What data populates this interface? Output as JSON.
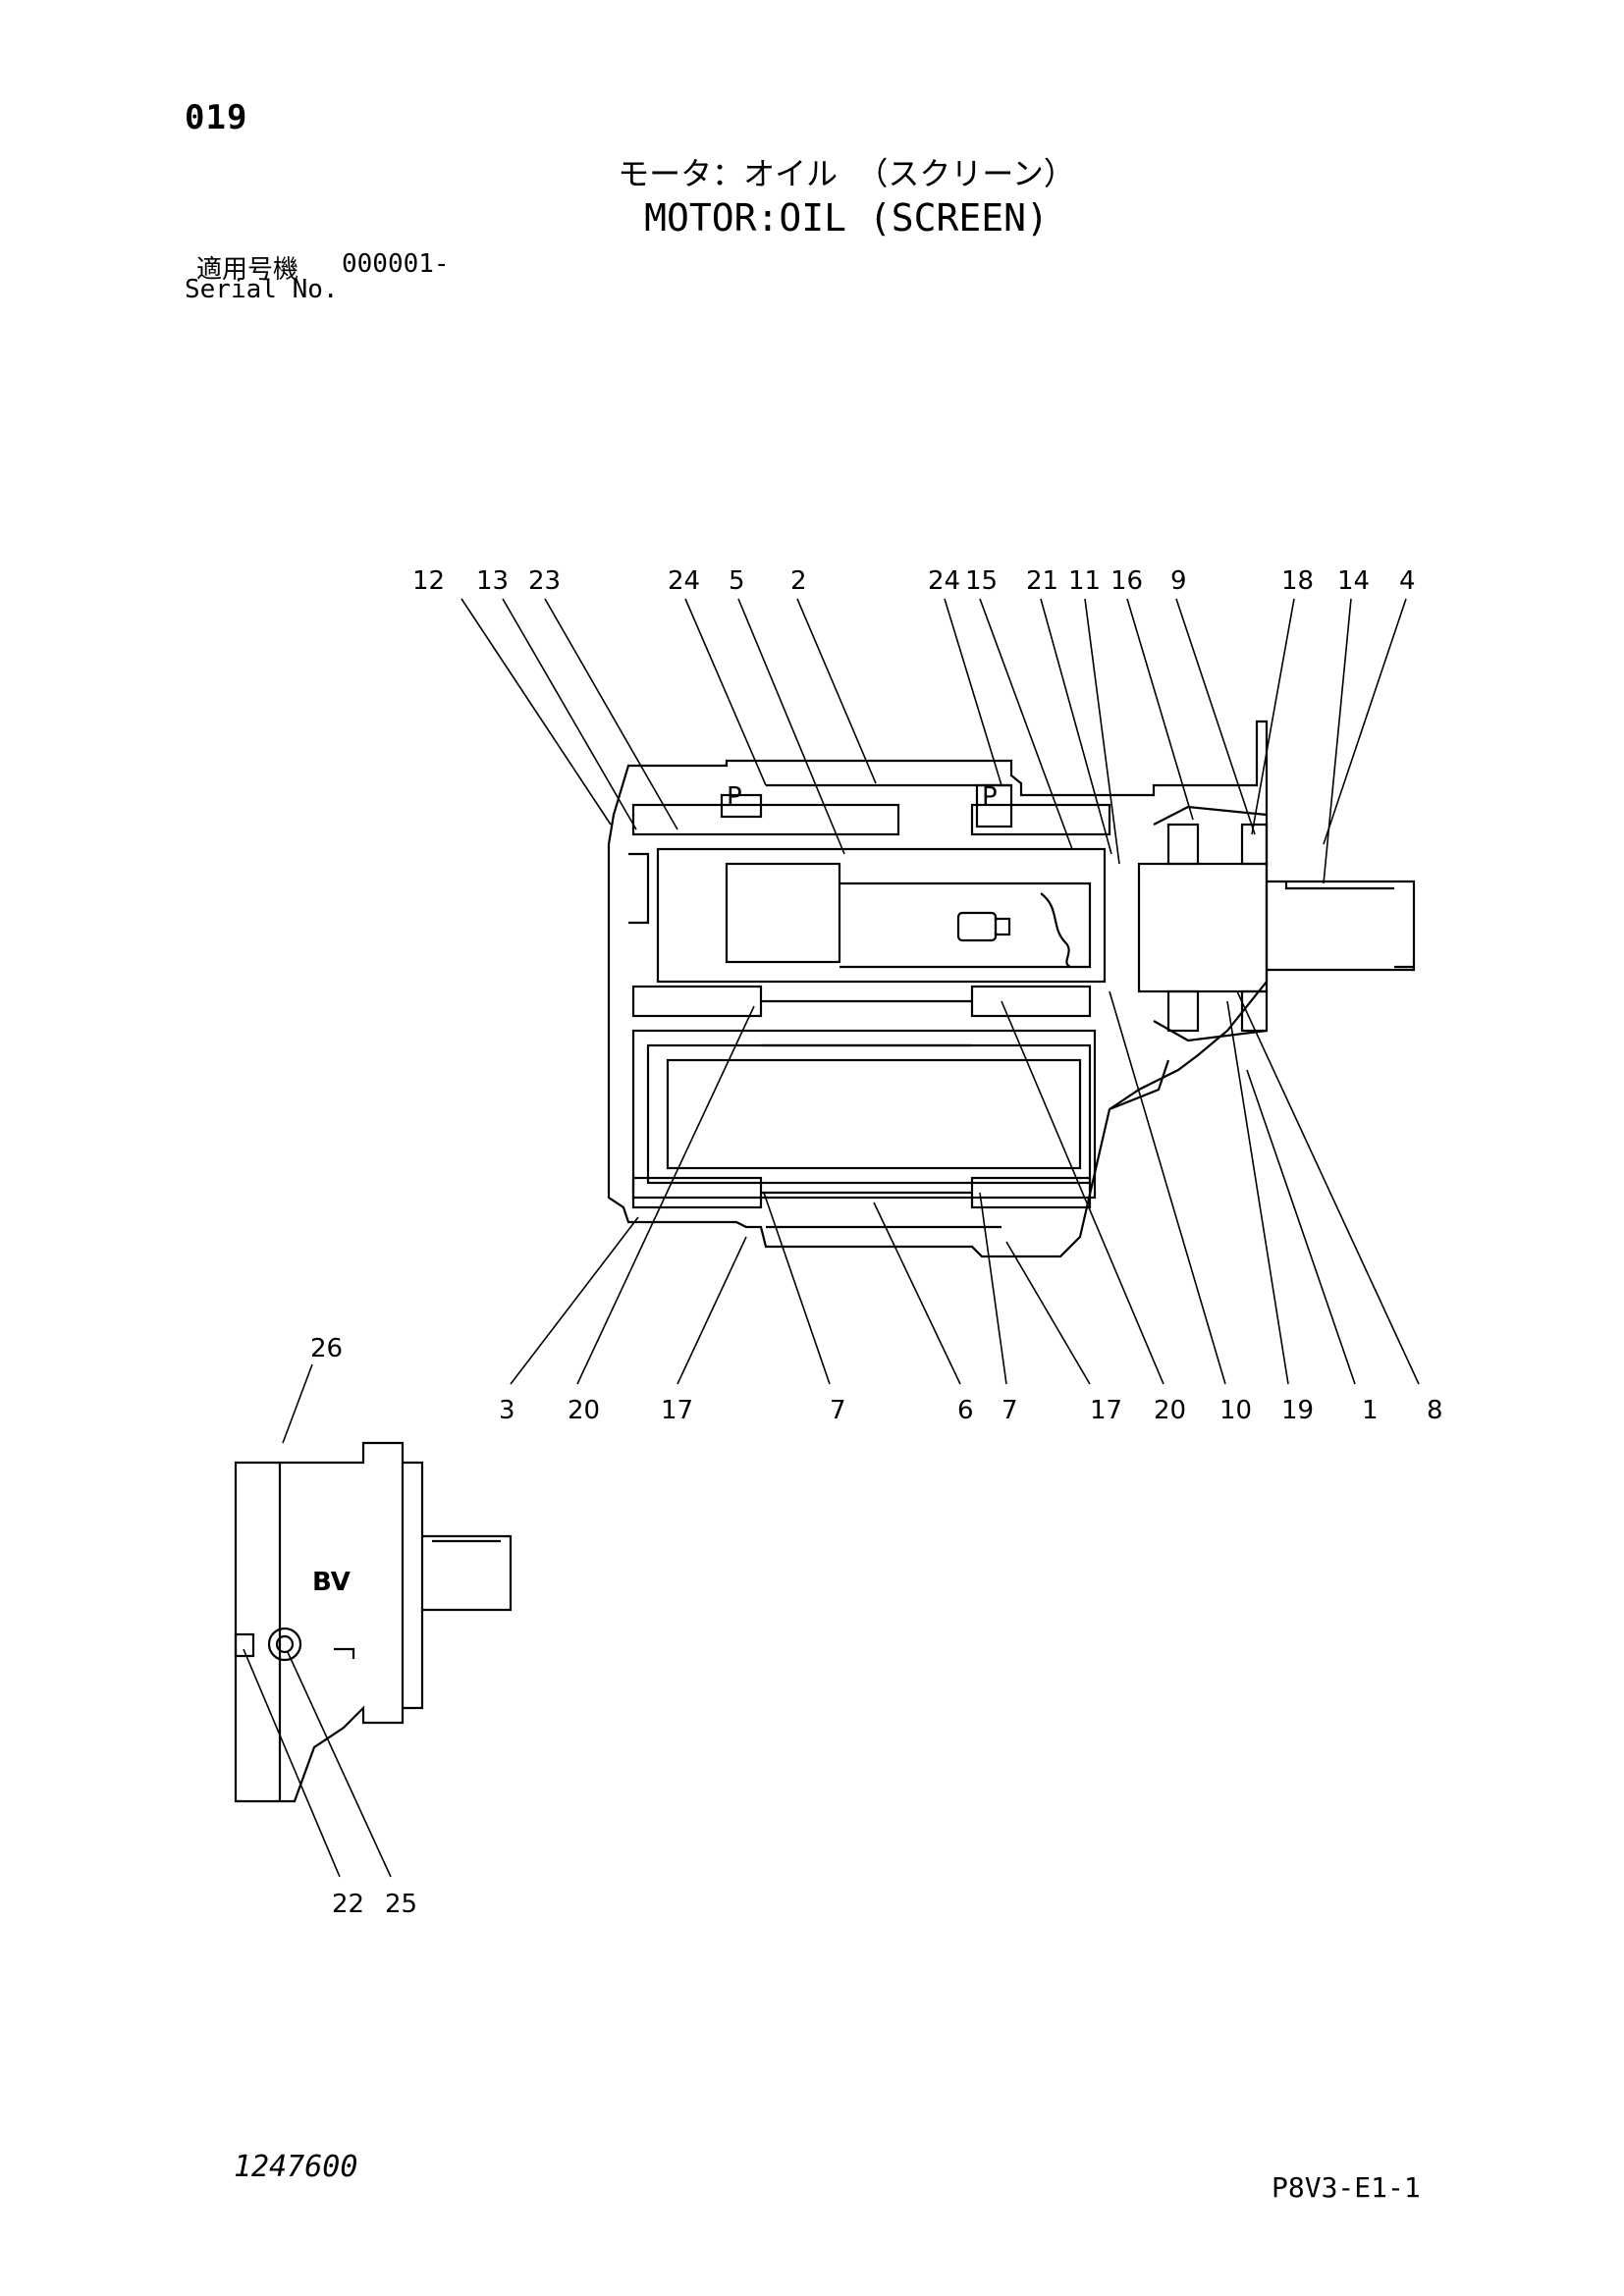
{
  "header": {
    "page_number": "019",
    "title_jp": "モータ：オイル （スクリーン）",
    "title_en": "MOTOR:OIL (SCREEN)",
    "serial_label_jp": "適用号機",
    "serial_value": "000001-",
    "serial_label_en": "Serial No."
  },
  "main_view": {
    "top_labels": [
      "12",
      "13",
      "23",
      "24",
      "5",
      "2",
      "24",
      "15",
      "21",
      "11",
      "16",
      "9",
      "18",
      "14",
      "4"
    ],
    "bottom_labels": [
      "3",
      "20",
      "17",
      "7",
      "6",
      "7",
      "17",
      "20",
      "10",
      "19",
      "1",
      "8"
    ],
    "housing_marking_left": "P",
    "housing_marking_right": "P"
  },
  "side_view": {
    "top_label": "26",
    "bottom_labels": [
      "22",
      "25"
    ],
    "port_marking": "BV"
  },
  "footer": {
    "drawing_number": "1247600",
    "sheet_code": "P8V3-E1-1"
  }
}
